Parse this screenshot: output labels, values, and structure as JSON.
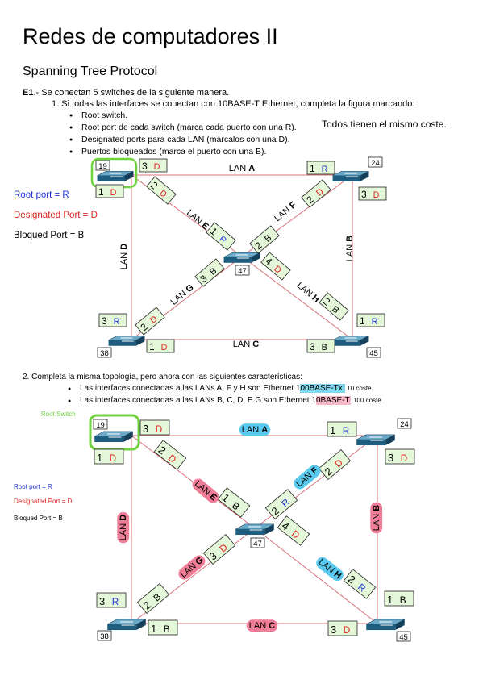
{
  "header": {
    "title": "Redes de computadores II",
    "subtitle": "Spanning Tree Protocol"
  },
  "exercise": {
    "label": "E1",
    "intro": ".- Se conectan 5 switches de la siguiente manera.",
    "q1": "1. Si todas las interfaces se conectan con 10BASE-T Ethernet, completa la figura marcando:",
    "q1_items": [
      "Root switch.",
      "Root port de cada switch (marca cada puerto con una R).",
      "Designated ports para cada LAN (márcalos con una D).",
      "Puertos bloqueados (marca el puerto con una B)."
    ],
    "q1_note": "Todos tienen el mismo coste.",
    "q2": "2. Completa la misma topología, pero ahora con las siguientes características:",
    "q2_item1_pre": "Las interfaces conectadas a las LANs A, F y H son Ethernet 1",
    "q2_item1_hl": "00BASE-Tx.",
    "q2_item1_cost": "10 coste",
    "q2_item2_pre": "Las interfaces conectadas a las LANs B, C, D, E G son Ethernet 1",
    "q2_item2_hl": "0BASE-T.",
    "q2_item2_cost": "100 coste"
  },
  "legend": {
    "root_port": "Root port = R",
    "designated": "Designated Port = D",
    "blocked": "Bloqued Port = B",
    "root_port_2": "Root port = R",
    "designated_2": "Designated Port = D",
    "blocked_2": "Bloqued Port = B",
    "root_switch": "Root Switch"
  },
  "colors": {
    "link": "#d9707a",
    "green_box_fill": "#e4f7d8",
    "root_border": "#6fd23e",
    "switch_top": "#6aa9c8",
    "switch_side": "#1c5d80",
    "letter_blue": "#2233dd",
    "letter_red": "#dd2222",
    "pill_blue": "#59c9ee",
    "pill_pink": "#f07d97"
  },
  "diagram1": {
    "switches": {
      "tl": "19",
      "tr": "24",
      "c": "47",
      "bl": "38",
      "br": "45"
    },
    "lans": {
      "a": "A",
      "b": "B",
      "c": "C",
      "d": "D",
      "e": "E",
      "f": "F",
      "g": "G",
      "h": "H"
    },
    "lan_prefix": "LAN ",
    "ports": {
      "tl_right_n": "3",
      "tl_right_l": "D",
      "tl_down_n": "1",
      "tl_down_l": "D",
      "tl_diag_n": "2",
      "tl_diag_l": "D",
      "tr_left_n": "1",
      "tr_left_l": "R",
      "tr_down_n": "3",
      "tr_down_l": "D",
      "tr_diag_n": "2",
      "tr_diag_l": "D",
      "c_e_n": "1",
      "c_e_l": "R",
      "c_f_n": "2",
      "c_f_l": "B",
      "c_g_n": "3",
      "c_g_l": "B",
      "c_h_n": "4",
      "c_h_l": "D",
      "bl_up_n": "3",
      "bl_up_l": "R",
      "bl_right_n": "1",
      "bl_right_l": "D",
      "bl_diag_n": "2",
      "bl_diag_l": "D",
      "br_up_n": "1",
      "br_up_l": "R",
      "br_left_n": "3",
      "br_left_l": "B",
      "br_diag_n": "2",
      "br_diag_l": "B"
    }
  },
  "diagram2": {
    "switches": {
      "tl": "19",
      "tr": "24",
      "c": "47",
      "bl": "38",
      "br": "45"
    },
    "lans": {
      "a": "A",
      "b": "B",
      "c": "C",
      "d": "D",
      "e": "E",
      "f": "F",
      "g": "G",
      "h": "H"
    },
    "lan_prefix": "LAN ",
    "ports": {
      "tl_right_n": "3",
      "tl_right_l": "D",
      "tl_down_n": "1",
      "tl_down_l": "D",
      "tl_diag_n": "2",
      "tl_diag_l": "D",
      "tr_left_n": "1",
      "tr_left_l": "R",
      "tr_down_n": "3",
      "tr_down_l": "D",
      "tr_diag_n": "2",
      "tr_diag_l": "D",
      "c_e_n": "1",
      "c_e_l": "B",
      "c_f_n": "2",
      "c_f_l": "R",
      "c_g_n": "3",
      "c_g_l": "D",
      "c_h_n": "4",
      "c_h_l": "D",
      "bl_up_n": "3",
      "bl_up_l": "R",
      "bl_right_n": "1",
      "bl_right_l": "B",
      "bl_diag_n": "2",
      "bl_diag_l": "B",
      "br_up_n": "1",
      "br_up_l": "B",
      "br_left_n": "3",
      "br_left_l": "D",
      "br_diag_n": "2",
      "br_diag_l": "R"
    }
  }
}
